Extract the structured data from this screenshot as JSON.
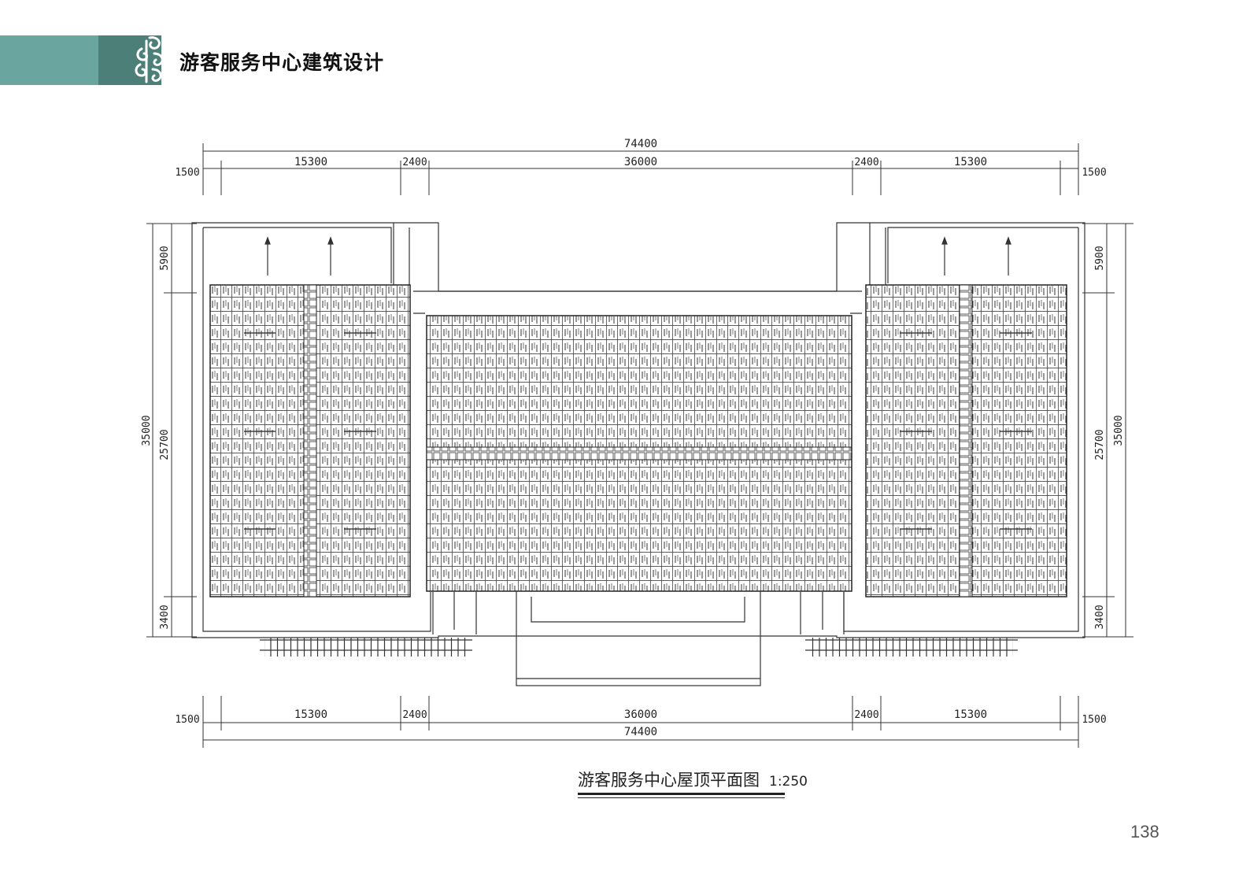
{
  "header": {
    "title": "游客服务中心建筑设计",
    "band_light_color": "#6aa5a0",
    "band_dark_color": "#4d7f79",
    "logo_icon": "cloud-ornament-icon"
  },
  "drawing": {
    "caption": "游客服务中心屋顶平面图",
    "scale": "1:250",
    "top_dimensions": {
      "total": "74400",
      "segments": [
        "1500",
        "15300",
        "2400",
        "36000",
        "2400",
        "15300",
        "1500"
      ]
    },
    "bottom_dimensions": {
      "total": "74400",
      "segments": [
        "1500",
        "15300",
        "2400",
        "36000",
        "2400",
        "15300",
        "1500"
      ]
    },
    "left_dimensions": {
      "total": "35000",
      "segments": [
        "5900",
        "25700",
        "3400"
      ]
    },
    "right_dimensions": {
      "total": "35000",
      "segments": [
        "5900",
        "25700",
        "3400"
      ]
    }
  },
  "footer": {
    "page_number": "138"
  }
}
